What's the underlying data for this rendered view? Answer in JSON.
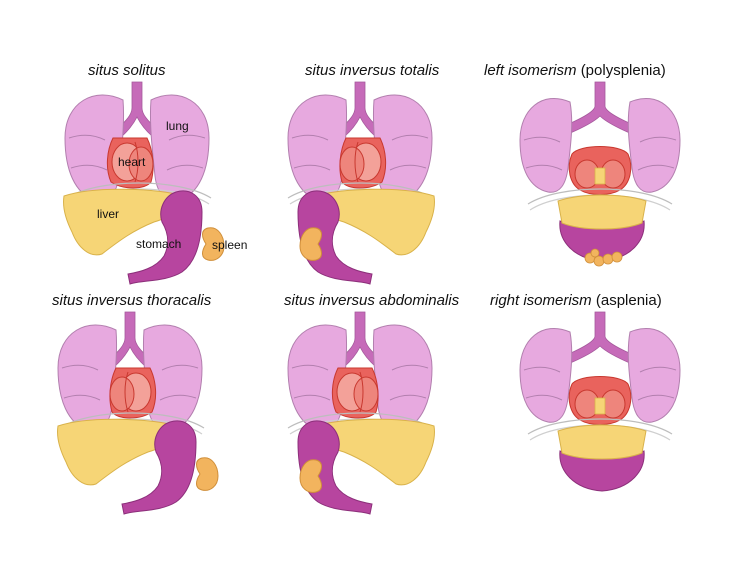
{
  "colors": {
    "lung": "#e7a9df",
    "lung_stroke": "#b27fae",
    "trachea": "#c66bb9",
    "heart": "#e9635d",
    "heart_light": "#f3a199",
    "heart_stroke": "#c8382f",
    "liver": "#f6d576",
    "liver_stroke": "#d9b24a",
    "stomach": "#b7459f",
    "stomach_stroke": "#8c2f7a",
    "spleen": "#f2b45e",
    "spleen_stroke": "#d08f3a",
    "diaphragm": "#c9c9c9"
  },
  "panels": [
    {
      "title_italic": "situs solitus",
      "title_plain": ""
    },
    {
      "title_italic": "situs inversus totalis",
      "title_plain": ""
    },
    {
      "title_italic": "left isomerism",
      "title_plain": "(polysplenia)"
    },
    {
      "title_italic": "situs inversus thoracalis",
      "title_plain": ""
    },
    {
      "title_italic": "situs inversus abdominalis",
      "title_plain": ""
    },
    {
      "title_italic": "right isomerism",
      "title_plain": "(asplenia)"
    }
  ],
  "labels": {
    "lung": "lung",
    "heart": "heart",
    "liver": "liver",
    "stomach": "stomach",
    "spleen": "spleen"
  }
}
